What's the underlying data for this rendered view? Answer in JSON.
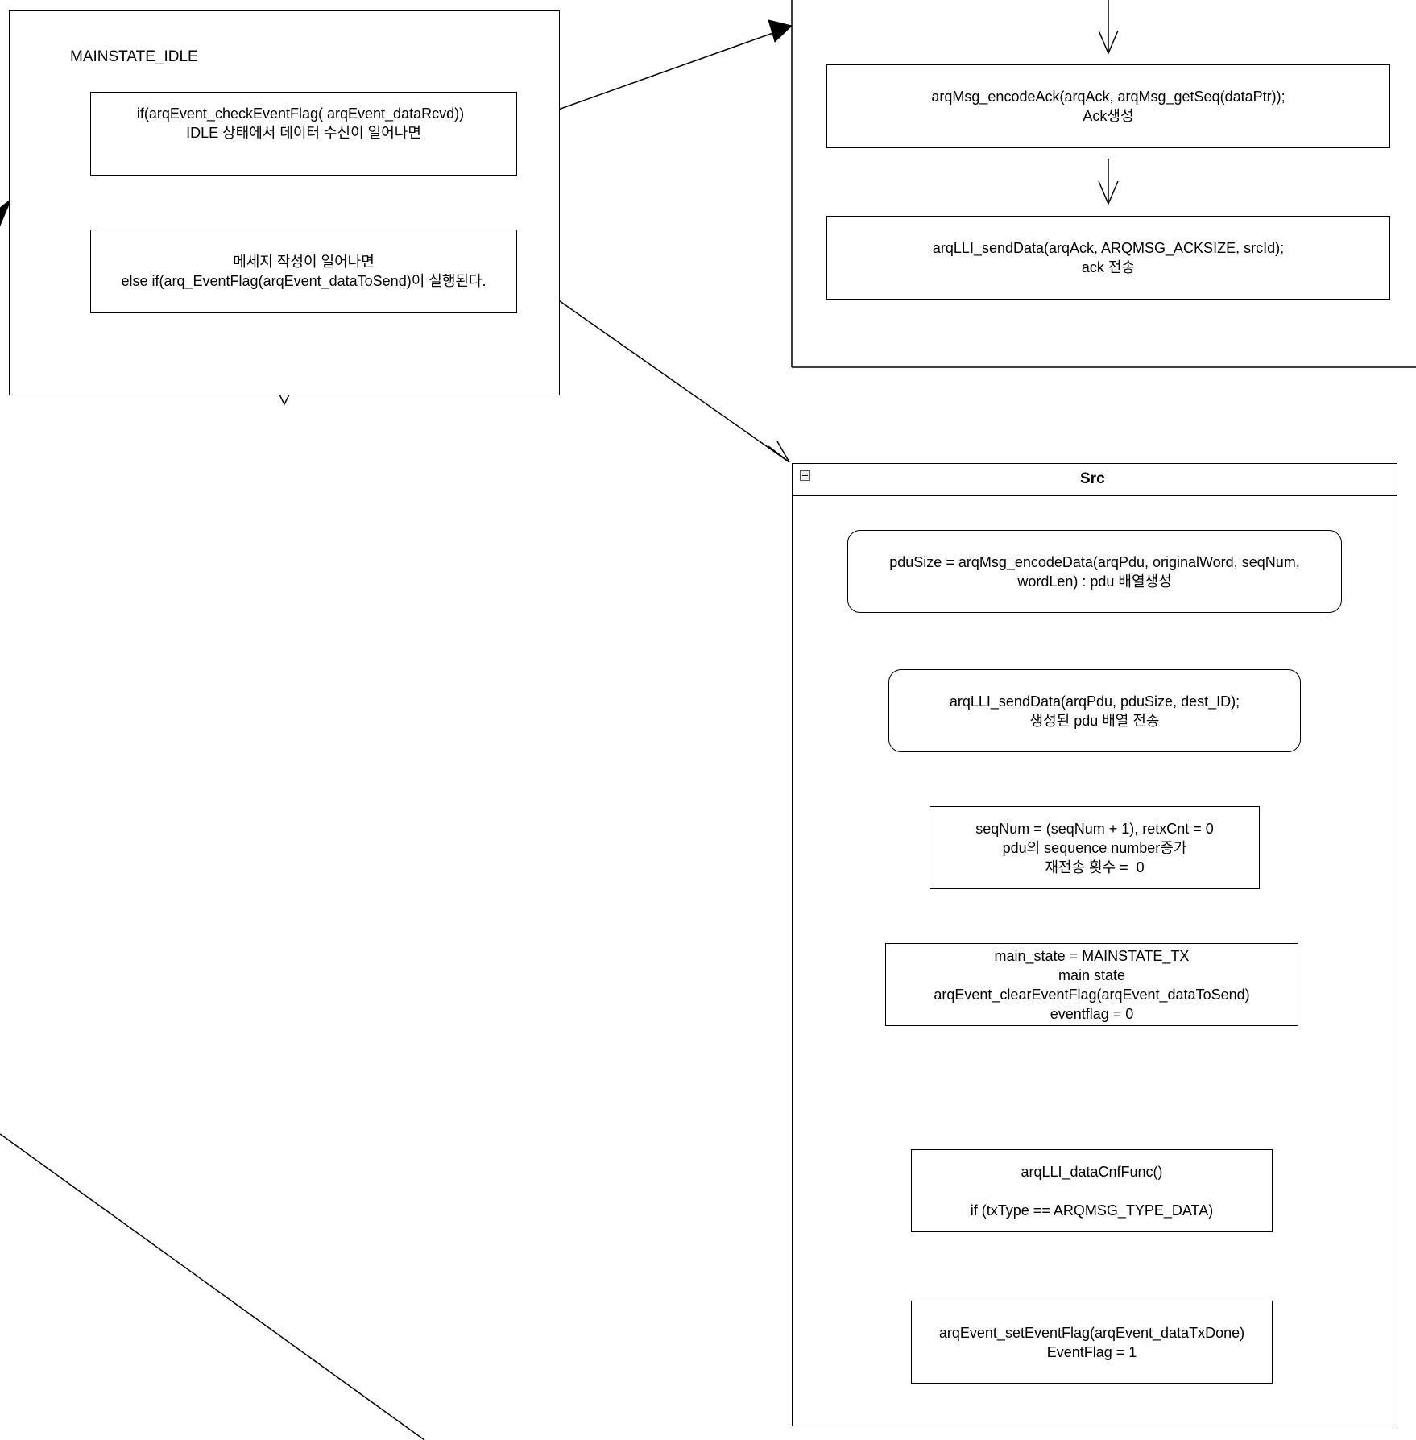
{
  "idle": {
    "title": "MAINSTATE_IDLE",
    "node1": {
      "line1": "if(arqEvent_checkEventFlag( arqEvent_dataRcvd))",
      "line2": "IDLE 상태에서 데이터 수신이 일어나면"
    },
    "node2": {
      "line1": "메세지 작성이 일어나면",
      "line2": "else if(arq_EventFlag(arqEvent_dataToSend)이 실행된다."
    }
  },
  "ack": {
    "node1": {
      "line1": "arqMsg_encodeAck(arqAck, arqMsg_getSeq(dataPtr));",
      "line2": "Ack생성"
    },
    "node2": {
      "line1": "arqLLI_sendData(arqAck, ARQMSG_ACKSIZE, srcId);",
      "line2": "ack 전송"
    }
  },
  "src": {
    "title": "Src",
    "node1": {
      "line1": "pduSize = arqMsg_encodeData(arqPdu, originalWord, seqNum,",
      "line2": "wordLen) : pdu 배열생성"
    },
    "node2": {
      "line1": "arqLLI_sendData(arqPdu, pduSize, dest_ID);",
      "line2": "생성된 pdu 배열 전송"
    },
    "node3": {
      "line1": "seqNum = (seqNum + 1), retxCnt = 0",
      "line2": "pdu의 sequence number증가",
      "line3": "재전송 횟수 =  0"
    },
    "node4": {
      "line1": "main_state = MAINSTATE_TX",
      "line2": "main state",
      "line3": "arqEvent_clearEventFlag(arqEvent_dataToSend)",
      "line4": "eventflag = 0"
    },
    "node5": {
      "line1": "arqLLI_dataCnfFunc()",
      "line2": "",
      "line3": "if (txType == ARQMSG_TYPE_DATA)"
    },
    "node6": {
      "line1": "arqEvent_setEventFlag(arqEvent_dataTxDone)",
      "line2": "EventFlag = 1"
    }
  }
}
